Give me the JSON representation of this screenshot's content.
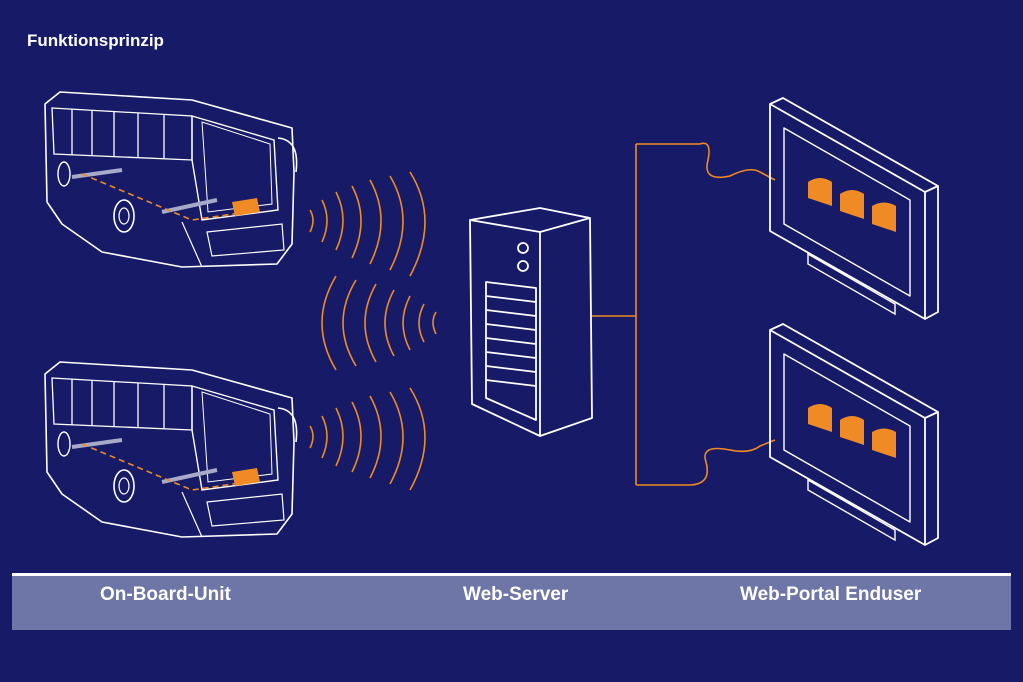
{
  "diagram": {
    "title": "Funktionsprinzip",
    "labels": {
      "onboard": "On-Board-Unit",
      "server": "Web-Server",
      "portal": "Web-Portal Enduser"
    },
    "colors": {
      "background": "#171a66",
      "line": "#ffffff",
      "accent": "#f08a24",
      "footer": "#6e76a8"
    },
    "icons": [
      "bus-icon",
      "bus-icon",
      "server-icon",
      "monitor-icon",
      "monitor-icon",
      "wifi-signal-icon"
    ]
  }
}
